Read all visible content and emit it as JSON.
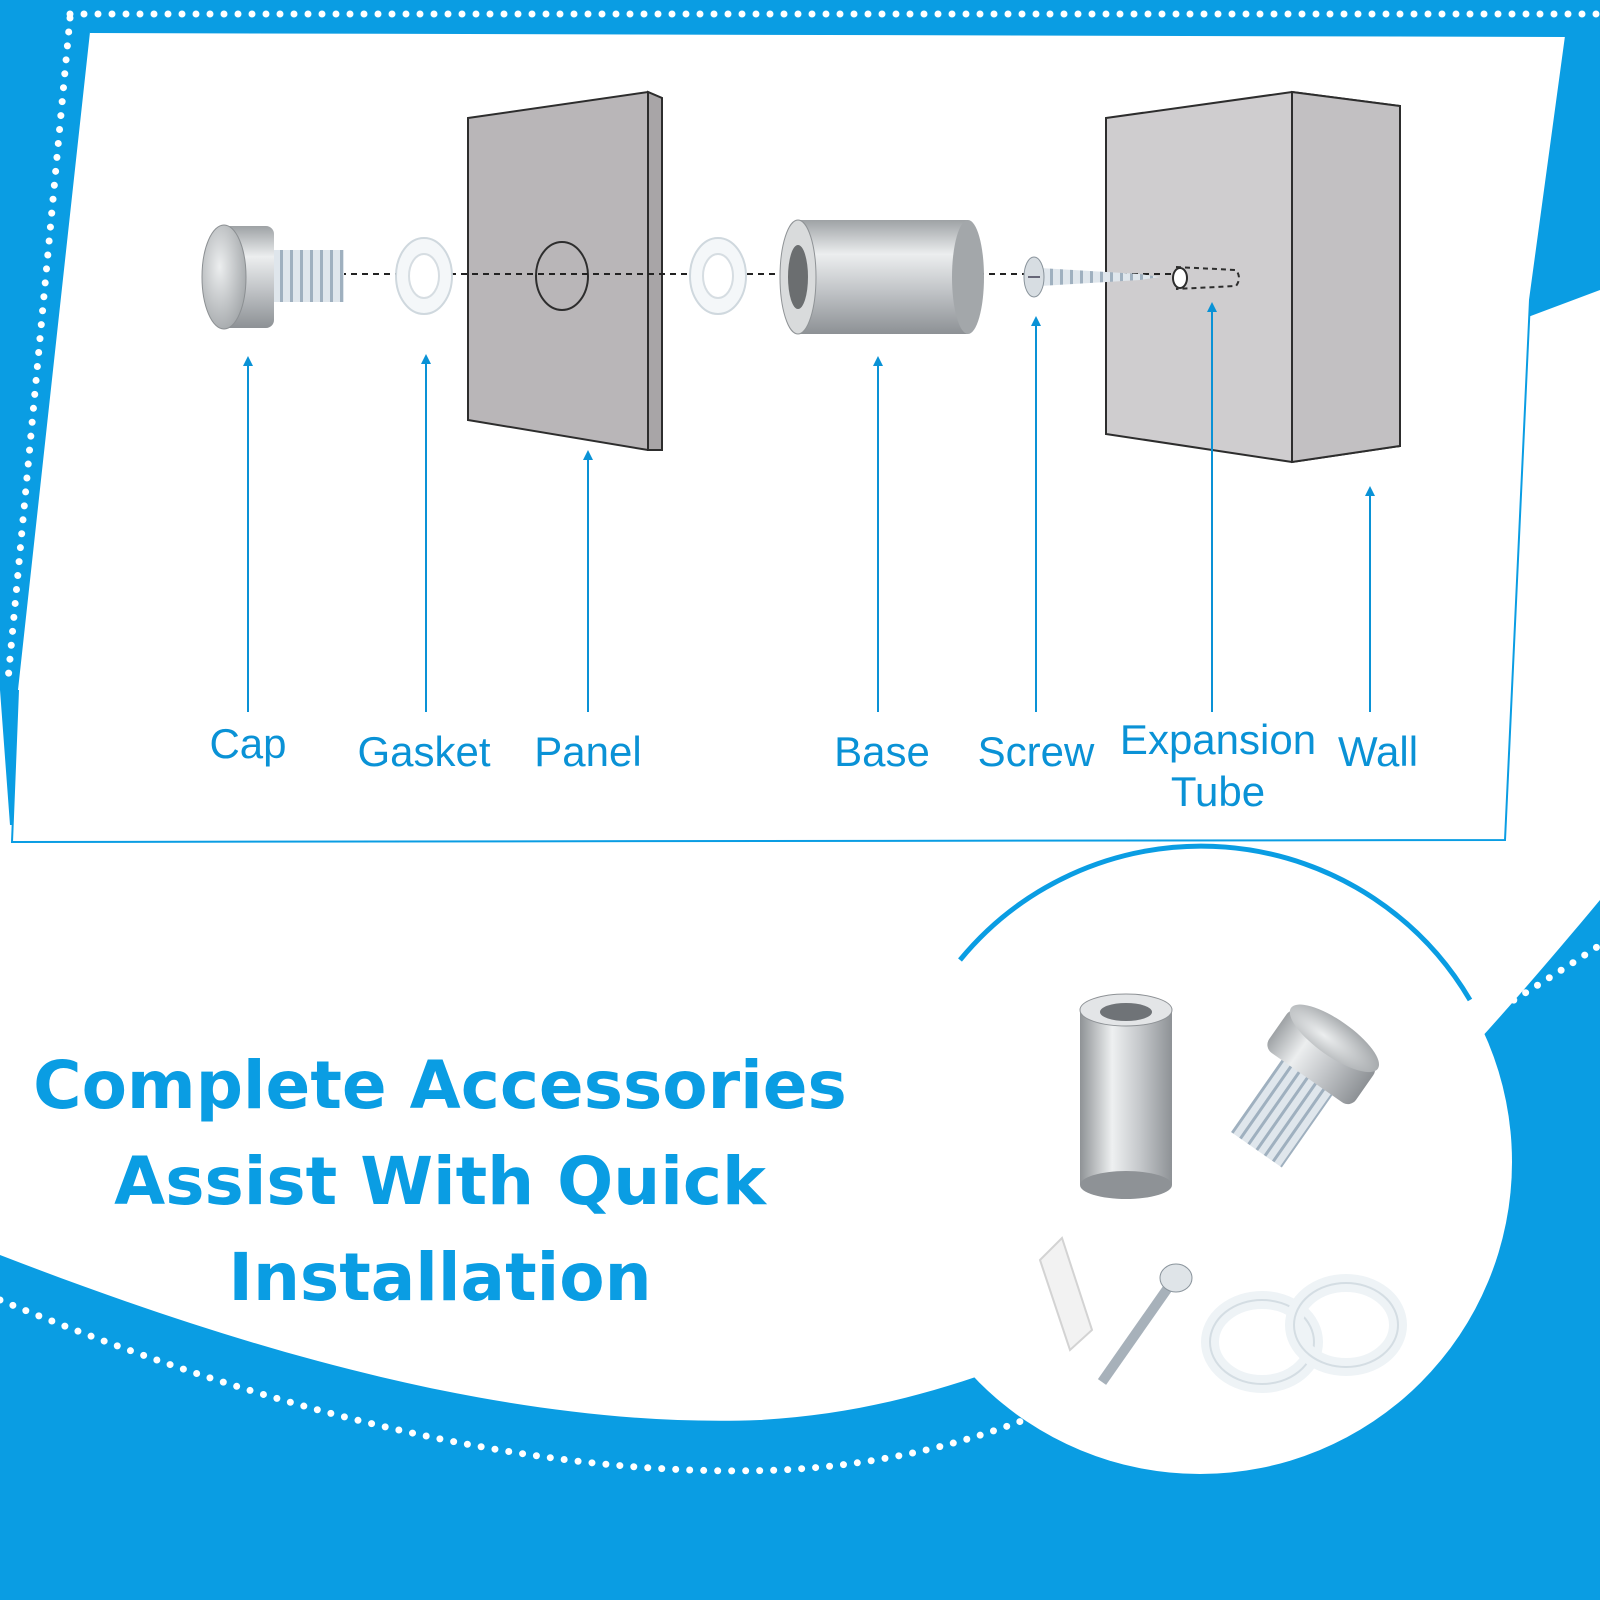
{
  "diagram": {
    "part_labels": [
      {
        "id": "cap",
        "text": "Cap"
      },
      {
        "id": "gasket",
        "text": "Gasket"
      },
      {
        "id": "panel",
        "text": "Panel"
      },
      {
        "id": "base",
        "text": "Base"
      },
      {
        "id": "screw",
        "text": "Screw"
      },
      {
        "id": "expansion-tube",
        "line1": "Expansion",
        "line2": "Tube"
      },
      {
        "id": "wall",
        "text": "Wall"
      }
    ]
  },
  "headline": {
    "line1": "Complete Accessories",
    "line2": "Assist With Quick",
    "line3": "Installation"
  },
  "colors": {
    "accent": "#0a9de3",
    "label_blue": "#0a92d6",
    "panel_gray": "#b9b6b8",
    "metal_gray": "#c9ccce"
  }
}
